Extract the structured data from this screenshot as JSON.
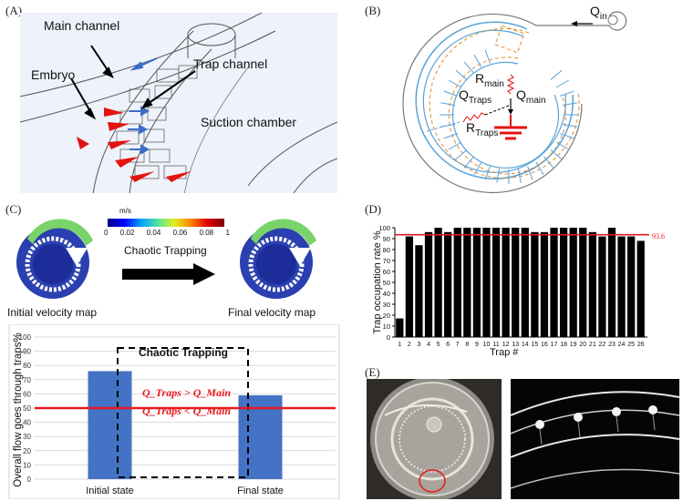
{
  "panels": {
    "a": "(A)",
    "b": "(B)",
    "c": "(C)",
    "d": "(D)",
    "e": "(E)"
  },
  "panel_a": {
    "main_channel": "Main channel",
    "embryo": "Embryo",
    "trap_channel": "Trap channel",
    "suction_chamber": "Suction chamber"
  },
  "panel_b": {
    "q_in": "Q",
    "q_in_sub": "in",
    "r_main": "R",
    "r_main_sub": "main",
    "q_traps": "Q",
    "q_traps_sub": "Traps",
    "q_main": "Q",
    "q_main_sub": "main",
    "r_traps": "R",
    "r_traps_sub": "Traps"
  },
  "panel_c": {
    "colorbar_unit": "m/s",
    "colorbar_ticks": [
      "0",
      "0.02",
      "0.04",
      "0.06",
      "0.08",
      "1"
    ],
    "arrow_label": "Chaotic Trapping",
    "initial_map": "Initial velocity map",
    "final_map": "Final velocity map",
    "box_label": "Chaotic Trapping",
    "cond_upper": "Q_Traps > Q_Main",
    "cond_lower": "Q_Traps < Q_Main",
    "colors": {
      "bar": "#4472c4",
      "threshold": "#e8191e"
    }
  },
  "panel_d": {
    "threshold_label": "93.6",
    "colors": {
      "bar": "#000000",
      "threshold": "#e8191e"
    }
  },
  "chart_data": [
    {
      "type": "bar",
      "panel": "C",
      "categories": [
        "Initial state",
        "Final state"
      ],
      "values": [
        76,
        59
      ],
      "ylabel": "Overall flow goes through traps%",
      "ylim": [
        0,
        100
      ],
      "yticks": [
        0,
        10,
        20,
        30,
        40,
        50,
        60,
        70,
        80,
        90,
        100
      ],
      "reference_line": 50,
      "grid": true
    },
    {
      "type": "bar",
      "panel": "D",
      "categories": [
        "1",
        "2",
        "3",
        "4",
        "5",
        "6",
        "7",
        "8",
        "9",
        "10",
        "11",
        "12",
        "13",
        "14",
        "15",
        "16",
        "17",
        "18",
        "19",
        "20",
        "21",
        "22",
        "23",
        "24",
        "25",
        "26"
      ],
      "values": [
        17,
        92,
        84,
        96,
        100,
        96,
        100,
        100,
        100,
        100,
        100,
        100,
        100,
        100,
        96,
        96,
        100,
        100,
        100,
        100,
        96,
        92,
        100,
        92,
        92,
        88
      ],
      "xlabel": "Trap #",
      "ylabel": "Trap occupation rate %",
      "ylim": [
        0,
        100
      ],
      "yticks": [
        0,
        10,
        20,
        30,
        40,
        50,
        60,
        70,
        80,
        90,
        100
      ],
      "reference_line": 93.6,
      "grid": false
    }
  ]
}
